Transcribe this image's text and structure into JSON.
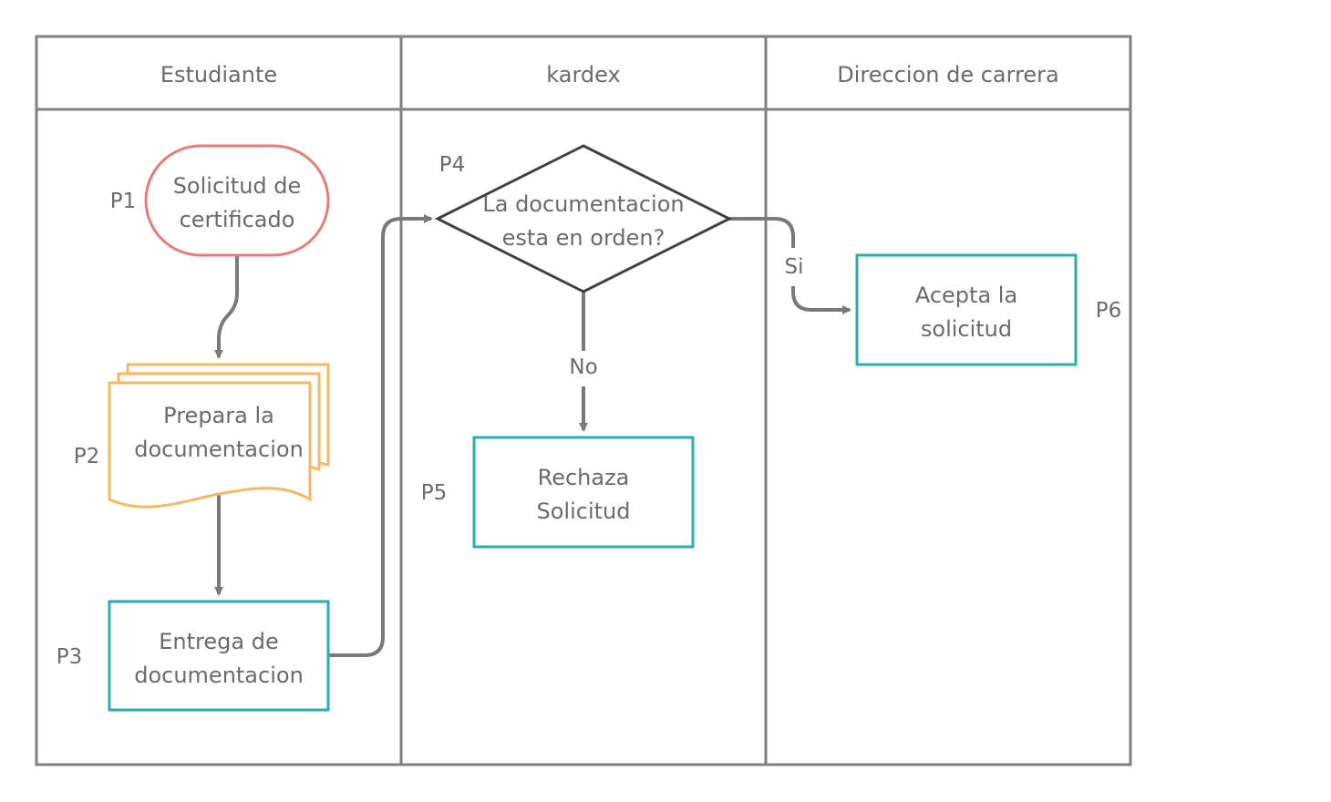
{
  "colors": {
    "frame": "#808080",
    "connector": "#7a7a7a",
    "start_stroke": "#e87b7b",
    "document_stroke": "#f5b865",
    "process_stroke": "#2aaea7",
    "decision_stroke": "#404040",
    "text": "#6b6b6b"
  },
  "lanes": [
    {
      "title": "Estudiante"
    },
    {
      "title": "kardex"
    },
    {
      "title": "Direccion de carrera"
    }
  ],
  "nodes": {
    "p1": {
      "step": "P1",
      "line1": "Solicitud de",
      "line2": "certificado",
      "shape": "terminator"
    },
    "p2": {
      "step": "P2",
      "line1": "Prepara la",
      "line2": "documentacion",
      "shape": "multi-document"
    },
    "p3": {
      "step": "P3",
      "line1": "Entrega de",
      "line2": "documentacion",
      "shape": "process"
    },
    "p4": {
      "step": "P4",
      "line1": "La documentacion",
      "line2": "esta en orden?",
      "shape": "decision"
    },
    "p5": {
      "step": "P5",
      "line1": "Rechaza",
      "line2": "Solicitud",
      "shape": "process"
    },
    "p6": {
      "step": "P6",
      "line1": "Acepta la",
      "line2": "solicitud",
      "shape": "process"
    }
  },
  "edges": [
    {
      "from": "P1",
      "to": "P2",
      "label": ""
    },
    {
      "from": "P2",
      "to": "P3",
      "label": ""
    },
    {
      "from": "P3",
      "to": "P4",
      "label": ""
    },
    {
      "from": "P4",
      "to": "P5",
      "label": "No"
    },
    {
      "from": "P4",
      "to": "P6",
      "label": "Si"
    }
  ]
}
